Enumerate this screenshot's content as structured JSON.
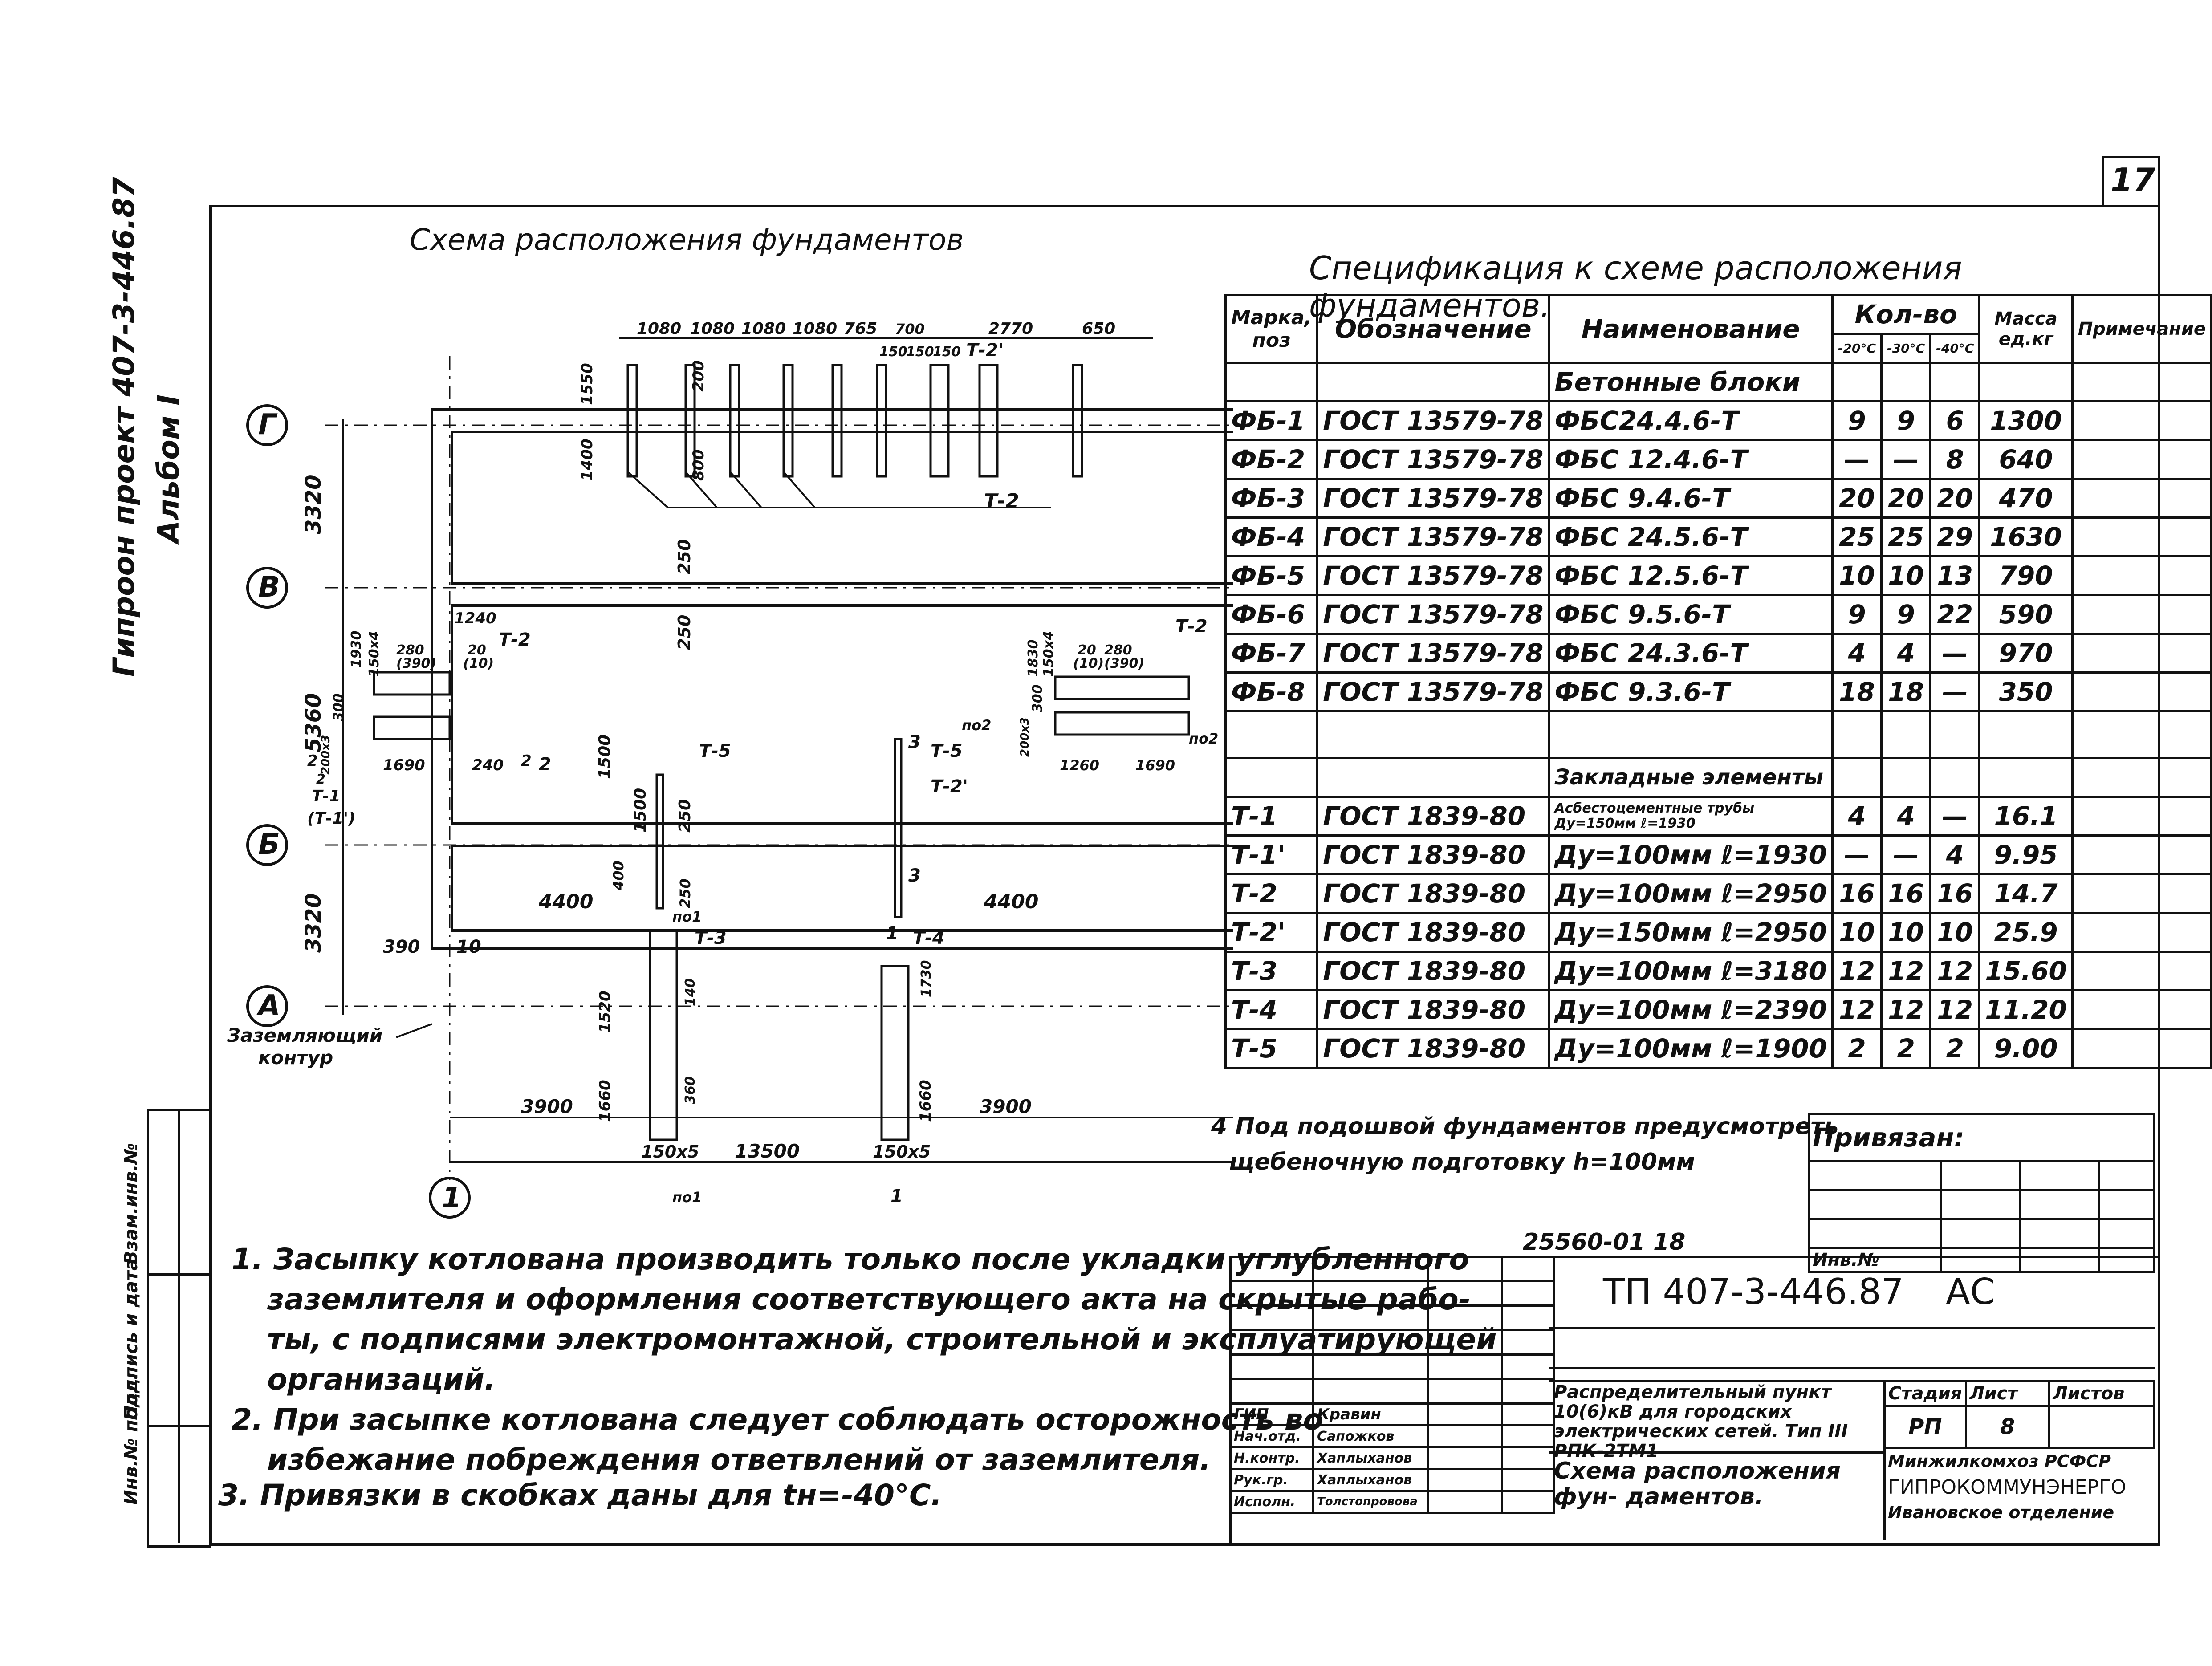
{
  "sheet_number": "17",
  "side_label_line1": "Гипроон проект 407-3-446.87",
  "side_label_line2": "Альбом I",
  "plan": {
    "title": "Схема расположения фундаментов",
    "axes_letters": [
      "Г",
      "В",
      "Б",
      "А"
    ],
    "axes_numbers": [
      "1",
      "2"
    ],
    "left_dims": [
      "3320",
      "5360",
      "3320"
    ],
    "top_dims": [
      "1080",
      "1080",
      "1080",
      "1080",
      "765",
      "700",
      "2770",
      "650",
      "150",
      "150",
      "150"
    ],
    "top_small_dims": [
      "1550",
      "200",
      "1400",
      "800"
    ],
    "bottom_dims": [
      "3900",
      "13500",
      "3900",
      "150x5",
      "150x5"
    ],
    "mid_dims": [
      "4400",
      "4400",
      "390",
      "10",
      "10",
      "390",
      "250",
      "250",
      "1500",
      "250",
      "1500",
      "400",
      "250"
    ],
    "side_dims_left": [
      "1240",
      "1930",
      "150x4",
      "280",
      "(390)",
      "20",
      "(10)",
      "300",
      "200x3",
      "2",
      "1690",
      "240",
      "2"
    ],
    "side_dims_right": [
      "1830",
      "150x4",
      "20",
      "(10)",
      "280",
      "(390)",
      "300",
      "200x3",
      "1260",
      "1690",
      "по2",
      "по2"
    ],
    "bottom_grounding_dims": [
      "1520",
      "1660",
      "360",
      "140",
      "1660",
      "1730"
    ],
    "tags": [
      "Т-2",
      "Т-2'",
      "Т-2",
      "Т-2",
      "Т-1",
      "(Т-1')",
      "Т-5",
      "Т-5",
      "Т-2'",
      "Т-3",
      "Т-4",
      "по1",
      "по1",
      "1",
      "1",
      "3",
      "3",
      "2",
      "2"
    ],
    "grounding_label_1": "Заземляющий",
    "grounding_label_2": "контур"
  },
  "spec": {
    "title": "Спецификация к схеме расположения фундаментов.",
    "headers": {
      "mark": "Марка, поз",
      "designation": "Обозначение",
      "name": "Наименование",
      "qty": "Кол-во",
      "qty_sub": [
        "-20°C",
        "-30°C",
        "-40°C"
      ],
      "mass": "Масса ед.кг",
      "note": "Примечание"
    },
    "section_blocks": "Бетонные блоки",
    "section_embedded": "Закладные элементы",
    "rows_blocks": [
      {
        "mark": "ФБ-1",
        "des": "ГОСТ 13579-78",
        "name": "ФБС24.4.6-Т",
        "q1": "9",
        "q2": "9",
        "q3": "6",
        "mass": "1300"
      },
      {
        "mark": "ФБ-2",
        "des": "ГОСТ 13579-78",
        "name": "ФБС 12.4.6-Т",
        "q1": "—",
        "q2": "—",
        "q3": "8",
        "mass": "640"
      },
      {
        "mark": "ФБ-3",
        "des": "ГОСТ 13579-78",
        "name": "ФБС 9.4.6-Т",
        "q1": "20",
        "q2": "20",
        "q3": "20",
        "mass": "470"
      },
      {
        "mark": "ФБ-4",
        "des": "ГОСТ 13579-78",
        "name": "ФБС 24.5.6-Т",
        "q1": "25",
        "q2": "25",
        "q3": "29",
        "mass": "1630"
      },
      {
        "mark": "ФБ-5",
        "des": "ГОСТ 13579-78",
        "name": "ФБС 12.5.6-Т",
        "q1": "10",
        "q2": "10",
        "q3": "13",
        "mass": "790"
      },
      {
        "mark": "ФБ-6",
        "des": "ГОСТ 13579-78",
        "name": "ФБС 9.5.6-Т",
        "q1": "9",
        "q2": "9",
        "q3": "22",
        "mass": "590"
      },
      {
        "mark": "ФБ-7",
        "des": "ГОСТ 13579-78",
        "name": "ФБС 24.3.6-Т",
        "q1": "4",
        "q2": "4",
        "q3": "—",
        "mass": "970"
      },
      {
        "mark": "ФБ-8",
        "des": "ГОСТ 13579-78",
        "name": "ФБС 9.3.6-Т",
        "q1": "18",
        "q2": "18",
        "q3": "—",
        "mass": "350"
      }
    ],
    "rows_embedded": [
      {
        "mark": "Т-1",
        "des": "ГОСТ 1839-80",
        "name": "Асбестоцементные трубы Ду=150мм ℓ=1930",
        "q1": "4",
        "q2": "4",
        "q3": "—",
        "mass": "16.1"
      },
      {
        "mark": "Т-1'",
        "des": "ГОСТ 1839-80",
        "name": "Ду=100мм ℓ=1930",
        "q1": "—",
        "q2": "—",
        "q3": "4",
        "mass": "9.95"
      },
      {
        "mark": "Т-2",
        "des": "ГОСТ 1839-80",
        "name": "Ду=100мм ℓ=2950",
        "q1": "16",
        "q2": "16",
        "q3": "16",
        "mass": "14.7"
      },
      {
        "mark": "Т-2'",
        "des": "ГОСТ 1839-80",
        "name": "Ду=150мм ℓ=2950",
        "q1": "10",
        "q2": "10",
        "q3": "10",
        "mass": "25.9"
      },
      {
        "mark": "Т-3",
        "des": "ГОСТ 1839-80",
        "name": "Ду=100мм ℓ=3180",
        "q1": "12",
        "q2": "12",
        "q3": "12",
        "mass": "15.60"
      },
      {
        "mark": "Т-4",
        "des": "ГОСТ 1839-80",
        "name": "Ду=100мм ℓ=2390",
        "q1": "12",
        "q2": "12",
        "q3": "12",
        "mass": "11.20"
      },
      {
        "mark": "Т-5",
        "des": "ГОСТ 1839-80",
        "name": "Ду=100мм ℓ=1900",
        "q1": "2",
        "q2": "2",
        "q3": "2",
        "mass": "9.00"
      }
    ]
  },
  "note4_line1": "4 Под подошвой фундаментов предусмотреть",
  "note4_line2": "щебеночную подготовку h=100мм",
  "notes": [
    "1. Засыпку котлована производить только после укладки углубленного",
    "заземлителя и оформления соответствующего акта на скрытые рабо-",
    "ты, с подписями электромонтажной, строительной и эксплуатирующей",
    "организаций.",
    "2. При засыпке котлована следует соблюдать осторожность во",
    "избежание побреждения ответвлений от заземлителя.",
    "3. Привязки в скобках даны для tн=-40°C."
  ],
  "title_block": {
    "privyazan": "Привязан:",
    "inv": "Инв.№",
    "archive_no": "25560-01 18",
    "doc_code": "ТП 407-3-446.87",
    "doc_suffix": "АС",
    "project_name": "Распределительный пункт 10(6)кВ для городских электрических сетей. Тип III РПК-2ТМ1",
    "sheet_name": "Схема расположения фун- даментов.",
    "stage_label": "Стадия",
    "sheet_label": "Лист",
    "sheets_label": "Листов",
    "stage_value": "РП",
    "sheet_value": "8",
    "org1": "Минжилкомхоз РСФСР",
    "org2": "ГИПРОКОММУНЭНЕРГО",
    "org3": "Ивановское отделение",
    "roles": [
      "ГИП",
      "Нач.отд.",
      "Н.контр.",
      "Рук.гр.",
      "Исполн."
    ],
    "names": [
      "Кравин",
      "Сапожков",
      "Хаплыханов",
      "Хаплыханов",
      "Толстопровова"
    ]
  },
  "side_stamp": [
    "Инв.№ подл.",
    "Подпись и дата",
    "Взам.инв.№"
  ]
}
